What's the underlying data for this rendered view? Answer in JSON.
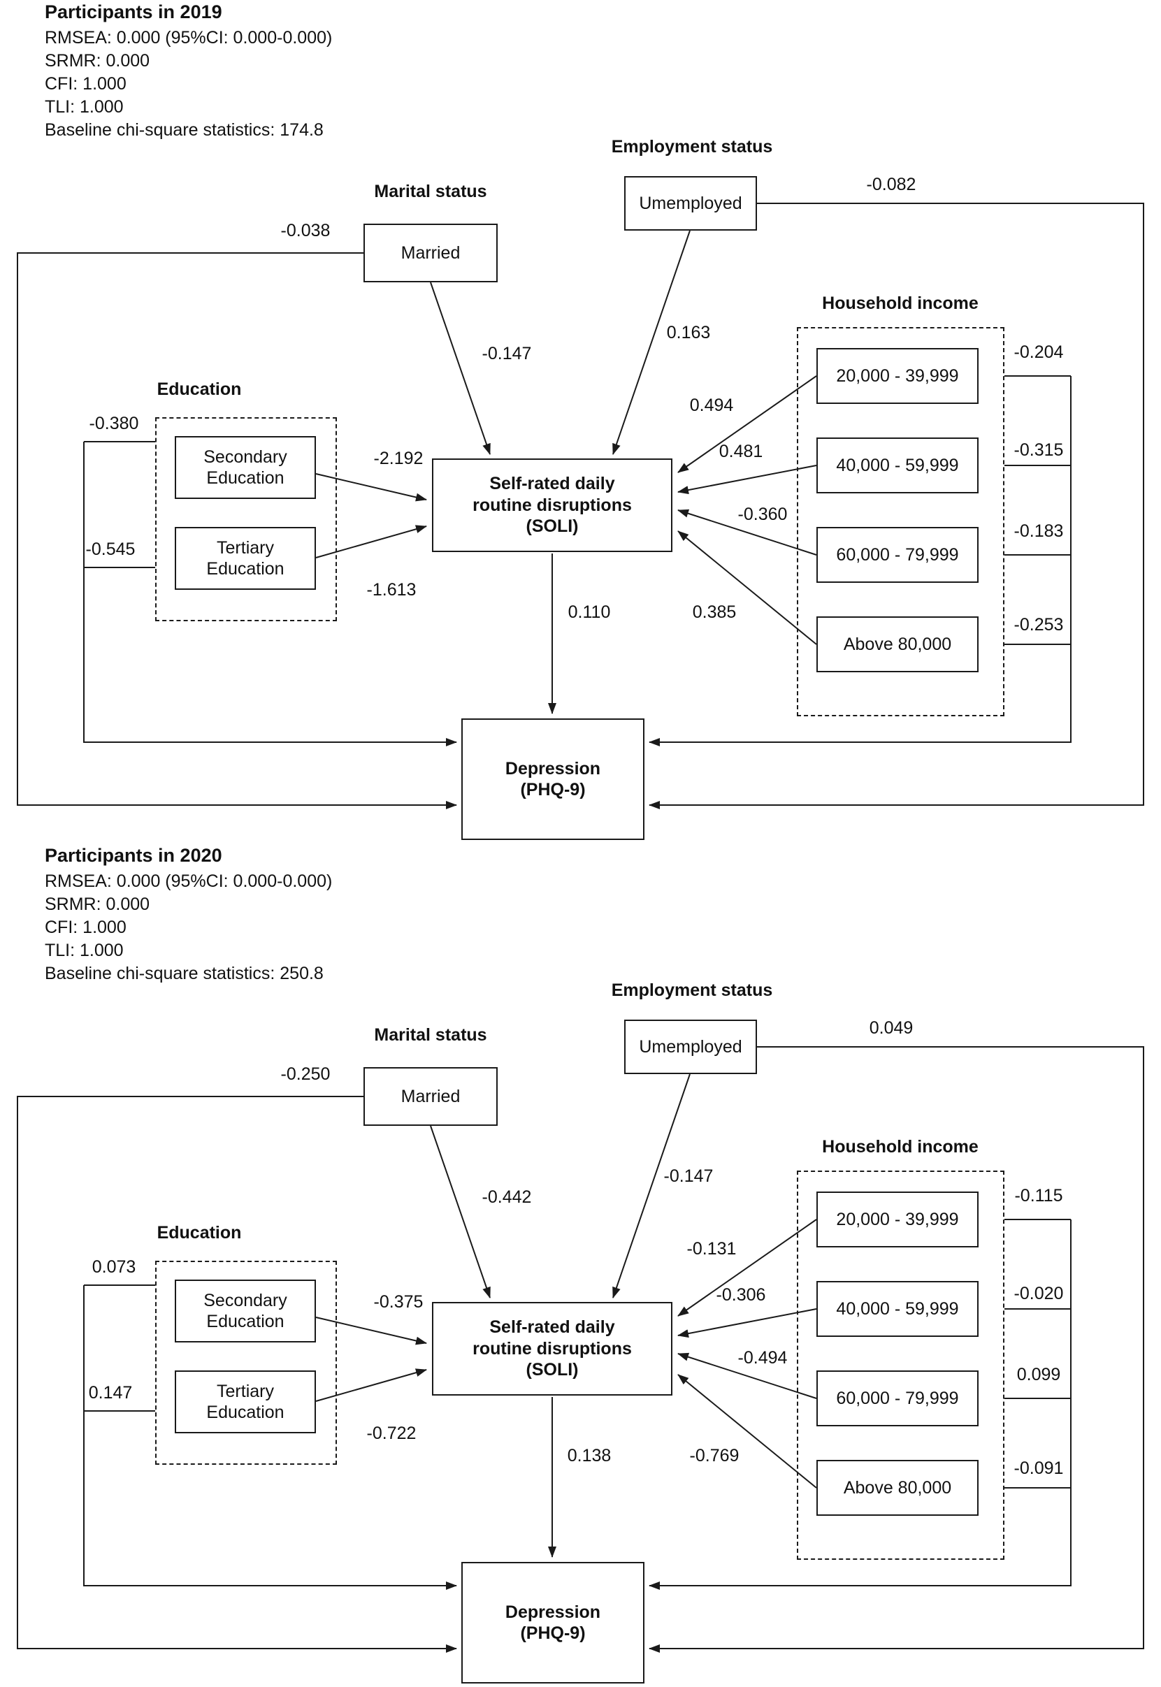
{
  "panels": [
    {
      "title": "Participants in 2019",
      "stats": {
        "rmsea": "RMSEA: 0.000 (95%CI: 0.000-0.000)",
        "srmr": "SRMR: 0.000",
        "cfi": "CFI: 1.000",
        "tli": "TLI: 1.000",
        "chisq": "Baseline chi-square statistics: 174.8"
      },
      "group_labels": {
        "marital": "Marital status",
        "employment": "Employment status",
        "education": "Education",
        "income": "Household income"
      },
      "boxes": {
        "married": "Married",
        "unemployed": "Umemployed",
        "secondary_l1": "Secondary",
        "secondary_l2": "Education",
        "tertiary_l1": "Tertiary",
        "tertiary_l2": "Education",
        "income1": "20,000 - 39,999",
        "income2": "40,000 - 59,999",
        "income3": "60,000 - 79,999",
        "income4": "Above 80,000",
        "soli_l1": "Self-rated daily",
        "soli_l2": "routine disruptions",
        "soli_l3": "(SOLI)",
        "depression_l1": "Depression",
        "depression_l2": "(PHQ-9)"
      },
      "coefficients": {
        "married_to_depression": "-0.038",
        "unemployed_to_depression": "-0.082",
        "married_to_soli": "-0.147",
        "unemployed_to_soli": "0.163",
        "secondary_to_soli": "-2.192",
        "tertiary_to_soli": "-1.613",
        "education_secondary_to_depression": "-0.380",
        "education_tertiary_to_depression": "-0.545",
        "income1_to_soli": "0.494",
        "income2_to_soli": "0.481",
        "income3_to_soli": "-0.360",
        "income4_to_soli": "0.385",
        "income1_to_depression": "-0.204",
        "income2_to_depression": "-0.315",
        "income3_to_depression": "-0.183",
        "income4_to_depression": "-0.253",
        "soli_to_depression": "0.110"
      }
    },
    {
      "title": "Participants in 2020",
      "stats": {
        "rmsea": "RMSEA: 0.000 (95%CI: 0.000-0.000)",
        "srmr": "SRMR: 0.000",
        "cfi": "CFI: 1.000",
        "tli": "TLI: 1.000",
        "chisq": "Baseline chi-square statistics: 250.8"
      },
      "group_labels": {
        "marital": "Marital status",
        "employment": "Employment status",
        "education": "Education",
        "income": "Household income"
      },
      "boxes": {
        "married": "Married",
        "unemployed": "Umemployed",
        "secondary_l1": "Secondary",
        "secondary_l2": "Education",
        "tertiary_l1": "Tertiary",
        "tertiary_l2": "Education",
        "income1": "20,000 - 39,999",
        "income2": "40,000 - 59,999",
        "income3": "60,000 - 79,999",
        "income4": "Above 80,000",
        "soli_l1": "Self-rated daily",
        "soli_l2": "routine disruptions",
        "soli_l3": "(SOLI)",
        "depression_l1": "Depression",
        "depression_l2": "(PHQ-9)"
      },
      "coefficients": {
        "married_to_depression": "-0.250",
        "unemployed_to_depression": "0.049",
        "married_to_soli": "-0.442",
        "unemployed_to_soli": "-0.147",
        "secondary_to_soli": "-0.375",
        "tertiary_to_soli": "-0.722",
        "education_secondary_to_depression": "0.073",
        "education_tertiary_to_depression": "0.147",
        "income1_to_soli": "-0.131",
        "income2_to_soli": "-0.306",
        "income3_to_soli": "-0.494",
        "income4_to_soli": "-0.769",
        "income1_to_depression": "-0.115",
        "income2_to_depression": "-0.020",
        "income3_to_depression": "0.099",
        "income4_to_depression": "-0.091",
        "soli_to_depression": "0.138"
      }
    }
  ]
}
